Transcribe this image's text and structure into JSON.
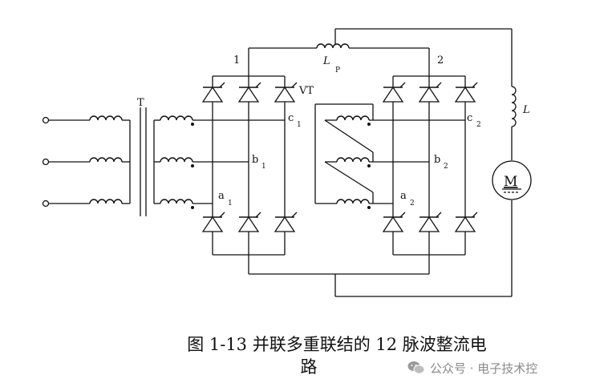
{
  "labels": {
    "transformer": "T",
    "bridge1": "1",
    "bridge2": "2",
    "reactor_lp_main": "L",
    "reactor_lp_sub": "P",
    "thyristor": "VT",
    "inductor": "L",
    "motor": "M",
    "b1_main": "c",
    "b1_sub": "1",
    "b1b_main": "b",
    "b1b_sub": "1",
    "b1a_main": "a",
    "b1a_sub": "1",
    "b2c_main": "c",
    "b2c_sub": "2",
    "b2b_main": "b",
    "b2b_sub": "2",
    "b2a_main": "a",
    "b2a_sub": "2"
  },
  "caption": {
    "line1": "图 1-13 并联多重联结的 12 脉波整流电",
    "line2": "路"
  },
  "watermark": {
    "text": "公众号 · 电子技术控",
    "icon": "wechat-icon"
  }
}
